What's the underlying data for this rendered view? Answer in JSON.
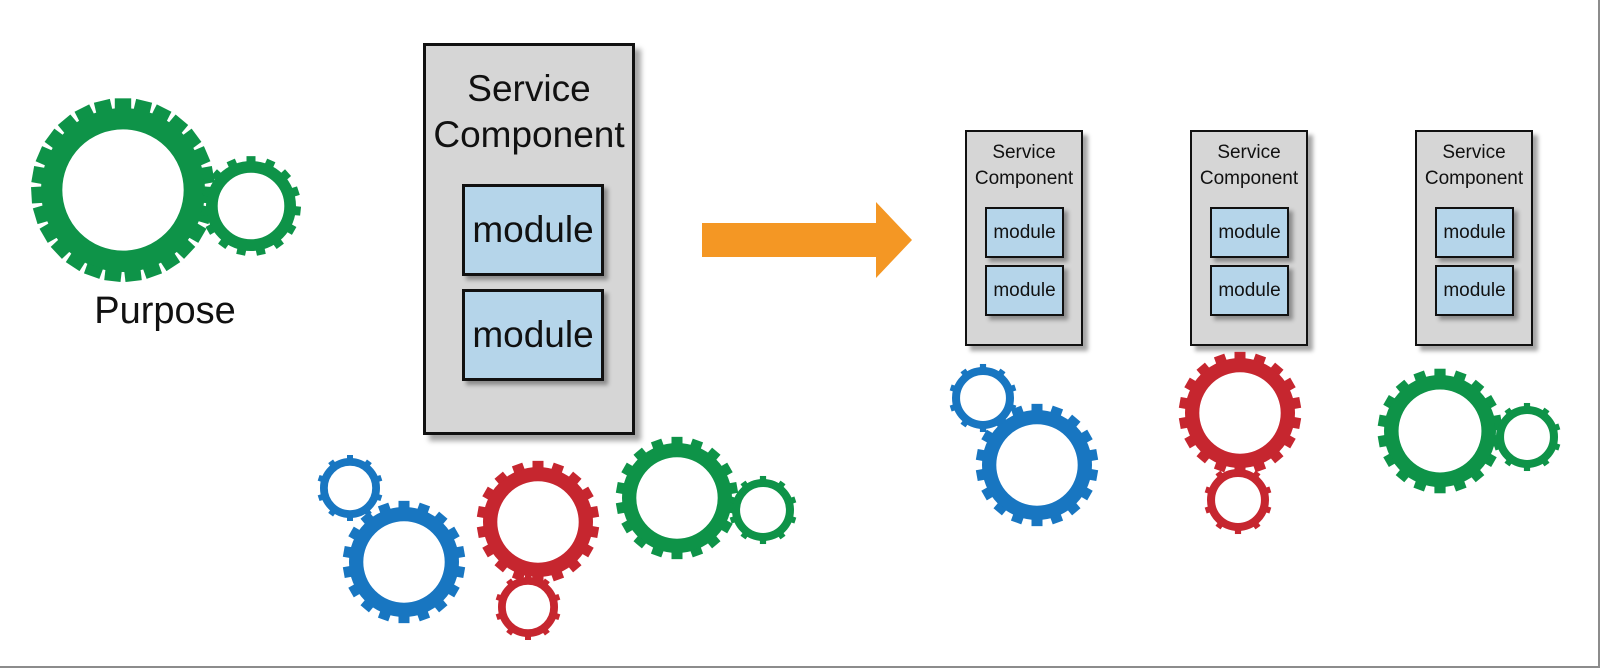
{
  "colors": {
    "green": "#0e9348",
    "blue": "#1876c1",
    "red": "#c6262f",
    "orange": "#f49724",
    "module_fill": "#b5d5ea",
    "component_fill": "#d6d6d6"
  },
  "purpose": {
    "label": "Purpose",
    "icon": "gears-icon"
  },
  "monolith": {
    "title_line1": "Service",
    "title_line2": "Component",
    "modules": [
      "module",
      "module"
    ]
  },
  "arrow": {
    "icon": "right-arrow-icon"
  },
  "services": [
    {
      "title_line1": "Service",
      "title_line2": "Component",
      "modules": [
        "module",
        "module"
      ]
    },
    {
      "title_line1": "Service",
      "title_line2": "Component",
      "modules": [
        "module",
        "module"
      ]
    },
    {
      "title_line1": "Service",
      "title_line2": "Component",
      "modules": [
        "module",
        "module"
      ]
    }
  ]
}
